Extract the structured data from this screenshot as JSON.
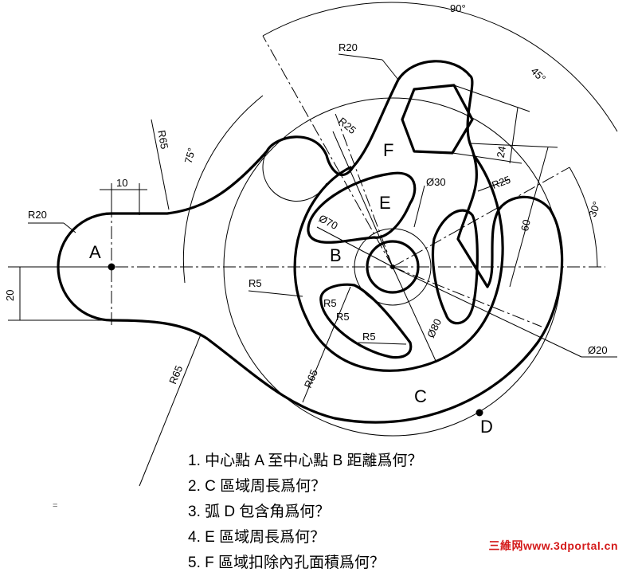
{
  "labels": {
    "A": "A",
    "B": "B",
    "C": "C",
    "D": "D",
    "E": "E",
    "F": "F"
  },
  "dimensions": {
    "r20_top": "R20",
    "r20_left": "R20",
    "r65_upper": "R65",
    "r65_lower": "R65",
    "r65_center": "R65",
    "r25_left": "R25",
    "r25_right": "R25",
    "r5_outer": "R5",
    "r5_a": "R5",
    "r5_b": "R5",
    "r5_c": "R5",
    "dia70": "Ø70",
    "dia30": "Ø30",
    "dia80": "Ø80",
    "dia20": "Ø20",
    "len10": "10",
    "len20": "20",
    "len24": "24",
    "len60": "60",
    "ang90": "90°",
    "ang45": "45°",
    "ang30": "30°",
    "ang75": "75°"
  },
  "questions": [
    "1.  中心點 A 至中心點 B 距離爲何？",
    "2.  C 區域周長爲何？",
    "3.  弧 D 包含角爲何？",
    "4.  E 區域周長爲何？",
    "5.  F 區域扣除內孔面積爲何？"
  ],
  "arrow_note": "=",
  "watermark": "三維网www.3dportal.cn"
}
